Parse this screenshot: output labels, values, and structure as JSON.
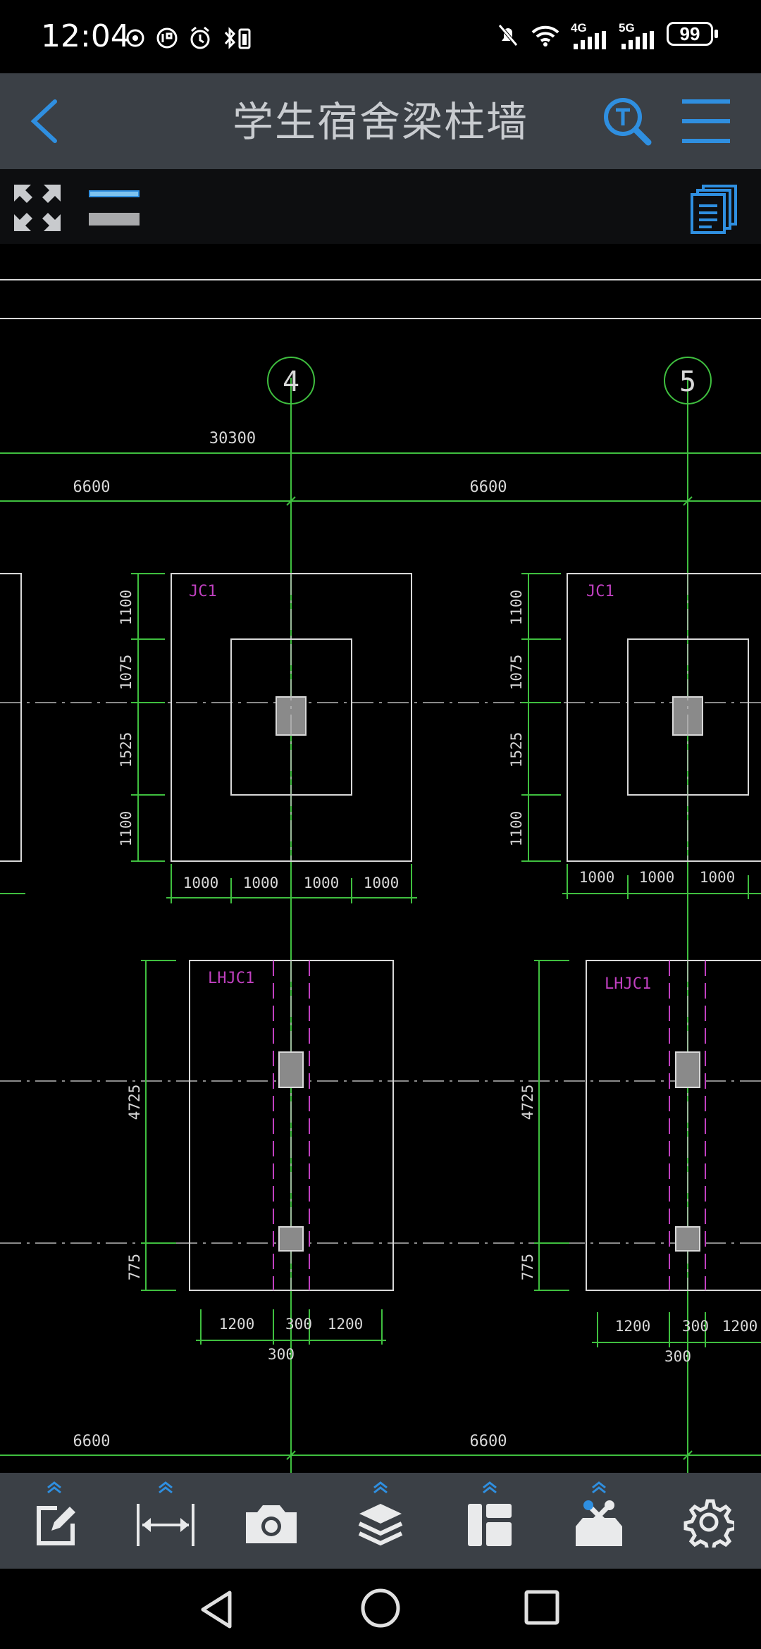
{
  "status_bar": {
    "time": "12:04",
    "network_4g": "4G",
    "network_5g": "5G",
    "battery": "99"
  },
  "header": {
    "title": "学生宿舍梁柱墙"
  },
  "drawing": {
    "axis_labels": [
      "4",
      "5"
    ],
    "total_dimension": "30300",
    "span_dimension": "6600",
    "foundation_jc": "JC1",
    "foundation_lhjc": "LHJC1",
    "jc_vertical_dims": [
      "1100",
      "1075",
      "1525",
      "1100"
    ],
    "jc_horizontal_dim": "1000",
    "lhjc_vertical_dims": [
      "4725",
      "775"
    ],
    "lhjc_horizontal_dims": [
      "1200",
      "300",
      "1200"
    ],
    "lhjc_bottom_dim": "300"
  },
  "colors": {
    "background": "#000000",
    "bar": "#3b4046",
    "accent": "#2f8fe0",
    "cad_green": "#3fbf3f",
    "cad_white": "#d8d8d8",
    "cad_magenta": "#c040c0"
  },
  "icons": {
    "back": "back-arrow-icon",
    "text_search": "text-search-icon",
    "menu": "hamburger-menu-icon",
    "fullscreen": "expand-arrows-icon",
    "layers_doc": "document-stack-icon",
    "edit": "edit-icon",
    "measure": "measure-icon",
    "camera": "camera-icon",
    "layers": "layers-icon",
    "layout": "layout-icon",
    "toolbox": "toolbox-icon",
    "settings": "gear-icon"
  }
}
